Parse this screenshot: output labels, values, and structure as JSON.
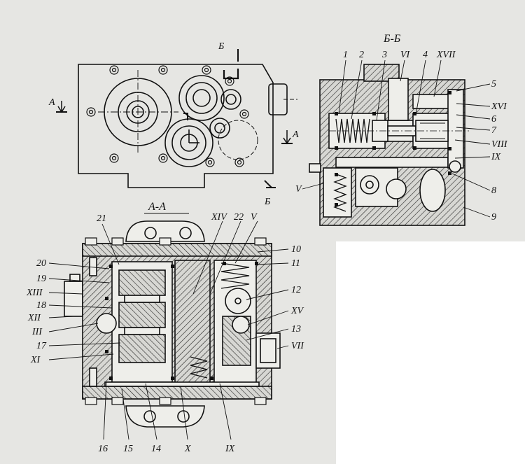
{
  "top_view": {
    "cut_label_top": "Б",
    "cut_label_bottom": "Б",
    "section_a_left": "А",
    "section_a_right": "А"
  },
  "section_bb": {
    "title": "Б-Б",
    "labels": [
      "1",
      "2",
      "3",
      "VI",
      "4",
      "XVII",
      "5",
      "XVI",
      "6",
      "7",
      "VIII",
      "IX",
      "8",
      "9",
      "V"
    ]
  },
  "section_aa": {
    "title": "А-А",
    "labels_top": [
      "21",
      "XIV",
      "22",
      "V"
    ],
    "labels_left": [
      "20",
      "19",
      "XIII",
      "18",
      "XII",
      "III",
      "17",
      "XI"
    ],
    "labels_right": [
      "10",
      "11",
      "12",
      "XV",
      "13",
      "VII"
    ],
    "labels_bottom": [
      "16",
      "15",
      "14",
      "X",
      "IX"
    ]
  },
  "colors": {
    "paper": "#e6e6e3",
    "ink": "#111111",
    "blank": "#ffffff"
  }
}
